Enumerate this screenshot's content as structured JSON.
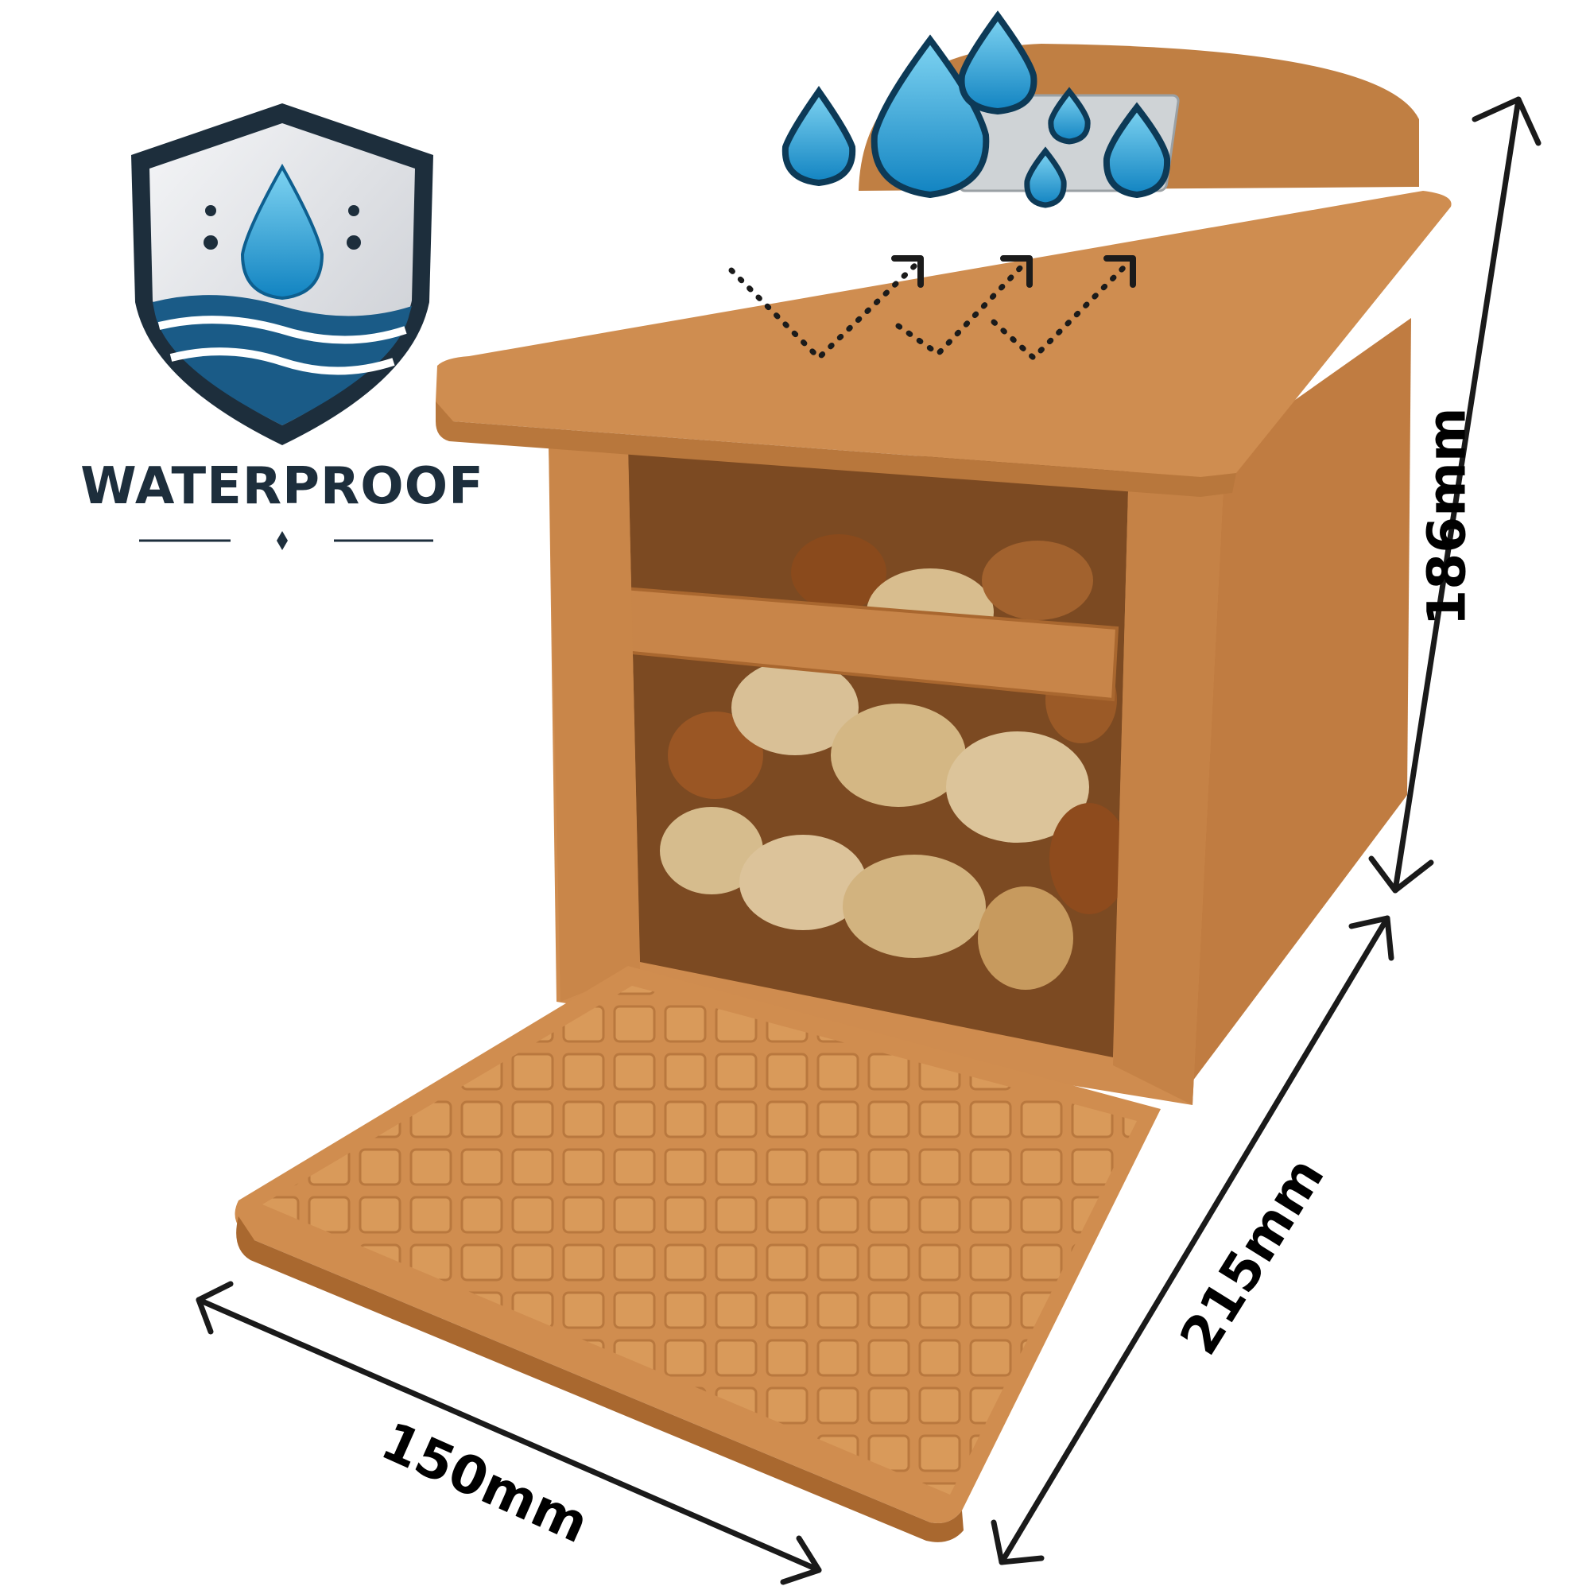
{
  "badge": {
    "label": "WATERPROOF",
    "icon": "water-drop-shield-icon"
  },
  "dimensions": {
    "height": "186mm",
    "depth": "215mm",
    "width": "150mm"
  },
  "colors": {
    "feeder": "#c8864a",
    "badge_navy": "#1d2e3c",
    "water": "#2aa7d8"
  }
}
